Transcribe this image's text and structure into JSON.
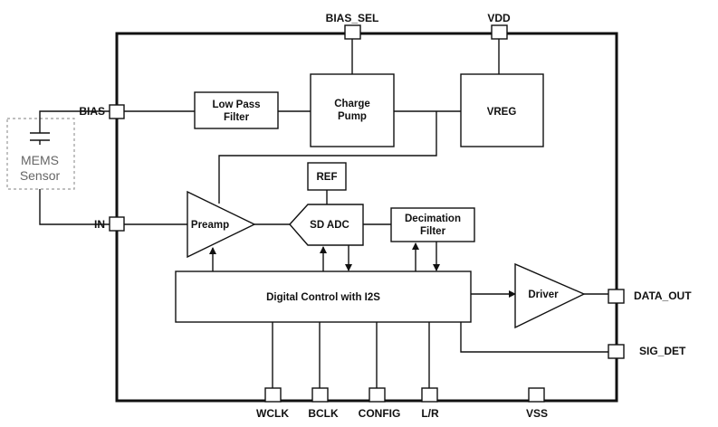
{
  "pins": {
    "bias_sel": "BIAS_SEL",
    "vdd": "VDD",
    "bias": "BIAS",
    "in": "IN",
    "data_out": "DATA_OUT",
    "sig_det": "SIG_DET",
    "wclk": "WCLK",
    "bclk": "BCLK",
    "config": "CONFIG",
    "lr": "L/R",
    "vss": "VSS"
  },
  "blocks": {
    "lpf_line1": "Low Pass",
    "lpf_line2": "Filter",
    "cp_line1": "Charge",
    "cp_line2": "Pump",
    "vreg": "VREG",
    "ref": "REF",
    "preamp": "Preamp",
    "sd_adc": "SD ADC",
    "dec_line1": "Decimation",
    "dec_line2": "Filter",
    "digital": "Digital Control with I2S",
    "driver": "Driver"
  },
  "mems": {
    "line1": "MEMS",
    "line2": "Sensor"
  }
}
